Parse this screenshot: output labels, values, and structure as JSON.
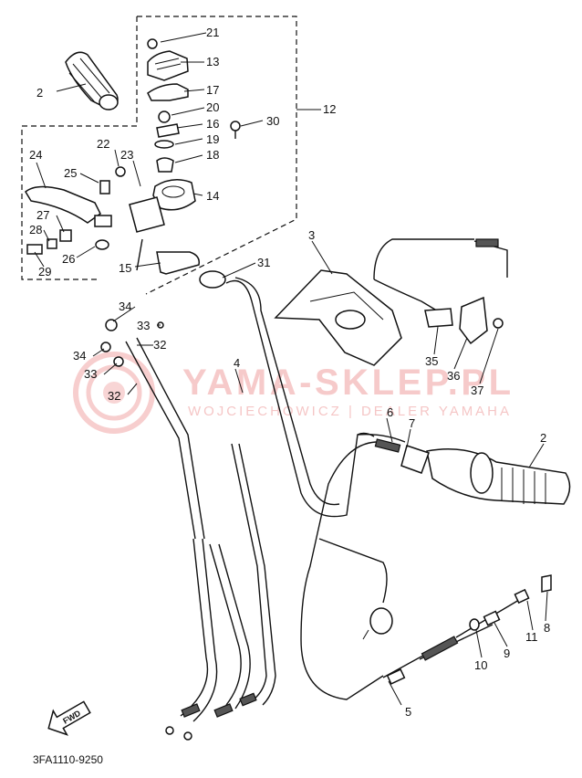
{
  "diagram": {
    "part_code": "3FA1110-9250",
    "direction_label": "FWD",
    "watermark": {
      "main": "YAMA-SKLEP.PL",
      "sub": "WOJCIECHOWICZ | DEALER YAMAHA"
    },
    "callouts": {
      "c2_left": "2",
      "c2_right": "2",
      "c3": "3",
      "c4": "4",
      "c5": "5",
      "c6": "6",
      "c7": "7",
      "c8": "8",
      "c9": "9",
      "c10": "10",
      "c11": "11",
      "c12": "12",
      "c13": "13",
      "c14": "14",
      "c15": "15",
      "c16": "16",
      "c17": "17",
      "c18": "18",
      "c19": "19",
      "c20": "20",
      "c21": "21",
      "c22": "22",
      "c23": "23",
      "c24": "24",
      "c25": "25",
      "c26": "26",
      "c27": "27",
      "c28": "28",
      "c29": "29",
      "c30": "30",
      "c31": "31",
      "c32_a": "32",
      "c32_b": "32",
      "c33_a": "33",
      "c33_b": "33",
      "c34_a": "34",
      "c34_b": "34",
      "c35": "35",
      "c36": "36",
      "c37": "37"
    }
  }
}
